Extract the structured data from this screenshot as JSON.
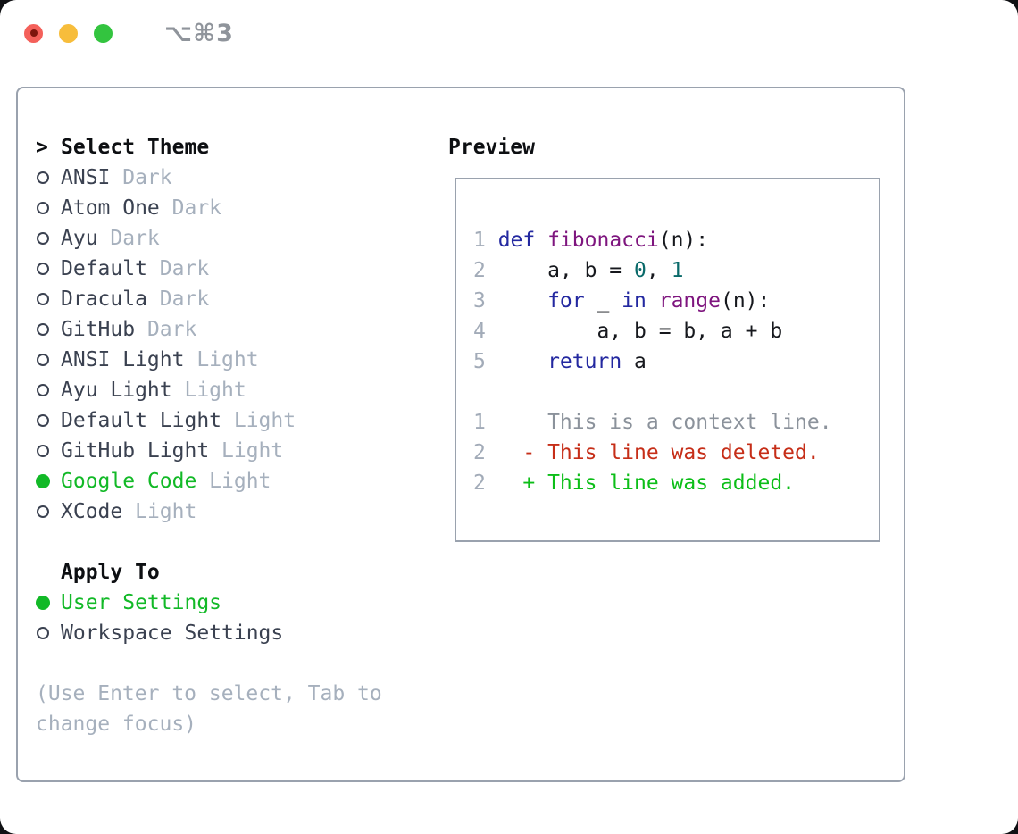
{
  "window": {
    "title": "⌥⌘3"
  },
  "titlebar": {
    "buttons": [
      {
        "name": "close",
        "color": "#f4605a",
        "inner_dot": "#7e150d"
      },
      {
        "name": "minimize",
        "color": "#f7bd3b",
        "inner_dot": ""
      },
      {
        "name": "zoom",
        "color": "#33c43f",
        "inner_dot": ""
      }
    ]
  },
  "left": {
    "header": {
      "marker": ">",
      "label": "Select Theme"
    },
    "themes": [
      {
        "name": "ANSI",
        "variant": "Dark",
        "selected": false
      },
      {
        "name": "Atom One",
        "variant": "Dark",
        "selected": false
      },
      {
        "name": "Ayu",
        "variant": "Dark",
        "selected": false
      },
      {
        "name": "Default",
        "variant": "Dark",
        "selected": false
      },
      {
        "name": "Dracula",
        "variant": "Dark",
        "selected": false
      },
      {
        "name": "GitHub",
        "variant": "Dark",
        "selected": false
      },
      {
        "name": "ANSI Light",
        "variant": "Light",
        "selected": false
      },
      {
        "name": "Ayu Light",
        "variant": "Light",
        "selected": false
      },
      {
        "name": "Default Light",
        "variant": "Light",
        "selected": false
      },
      {
        "name": "GitHub Light",
        "variant": "Light",
        "selected": false
      },
      {
        "name": "Google Code",
        "variant": "Light",
        "selected": true
      },
      {
        "name": "XCode",
        "variant": "Light",
        "selected": false
      }
    ],
    "apply_to": {
      "label": "Apply To",
      "options": [
        {
          "name": "User Settings",
          "selected": true
        },
        {
          "name": "Workspace Settings",
          "selected": false
        }
      ]
    },
    "help": "(Use Enter to select, Tab to change focus)"
  },
  "preview": {
    "label": "Preview",
    "code_lines": [
      {
        "num": "1",
        "segs": [
          {
            "c": "kw",
            "t": "def"
          },
          {
            "c": "plain",
            "t": " "
          },
          {
            "c": "fn",
            "t": "fibonacci"
          },
          {
            "c": "plain",
            "t": "(n):"
          }
        ]
      },
      {
        "num": "2",
        "segs": [
          {
            "c": "plain",
            "t": "    a, b = "
          },
          {
            "c": "lit",
            "t": "0"
          },
          {
            "c": "plain",
            "t": ", "
          },
          {
            "c": "lit",
            "t": "1"
          }
        ]
      },
      {
        "num": "3",
        "segs": [
          {
            "c": "plain",
            "t": "    "
          },
          {
            "c": "kw",
            "t": "for"
          },
          {
            "c": "plain",
            "t": " _ "
          },
          {
            "c": "kw",
            "t": "in"
          },
          {
            "c": "plain",
            "t": " "
          },
          {
            "c": "fn",
            "t": "range"
          },
          {
            "c": "plain",
            "t": "(n):"
          }
        ]
      },
      {
        "num": "4",
        "segs": [
          {
            "c": "plain",
            "t": "        a, b = b, a + b"
          }
        ]
      },
      {
        "num": "5",
        "segs": [
          {
            "c": "plain",
            "t": "    "
          },
          {
            "c": "kw",
            "t": "return"
          },
          {
            "c": "plain",
            "t": " a"
          }
        ]
      },
      {
        "num": "",
        "segs": []
      },
      {
        "num": "1",
        "segs": [
          {
            "c": "ctx",
            "t": "    This is a context line."
          }
        ]
      },
      {
        "num": "2",
        "segs": [
          {
            "c": "del",
            "t": "  - This line was deleted."
          }
        ]
      },
      {
        "num": "2",
        "segs": [
          {
            "c": "add",
            "t": "  + This line was added."
          }
        ]
      }
    ]
  },
  "colors": {
    "titleGray": "#8f949b",
    "borderGray": "#9aa2ae",
    "headerBlack": "#0d0f12",
    "itemDark": "#3a4150",
    "muted": "#a6b0bd",
    "green": "#12b927",
    "lnGray": "#a2abb8",
    "codeBlack": "#16181d",
    "kw": "#2328a0",
    "fn": "#7e157e",
    "lit": "#0a6a6a",
    "ctx": "#8b929b",
    "del": "#c62e18",
    "add": "#0cbe18"
  }
}
